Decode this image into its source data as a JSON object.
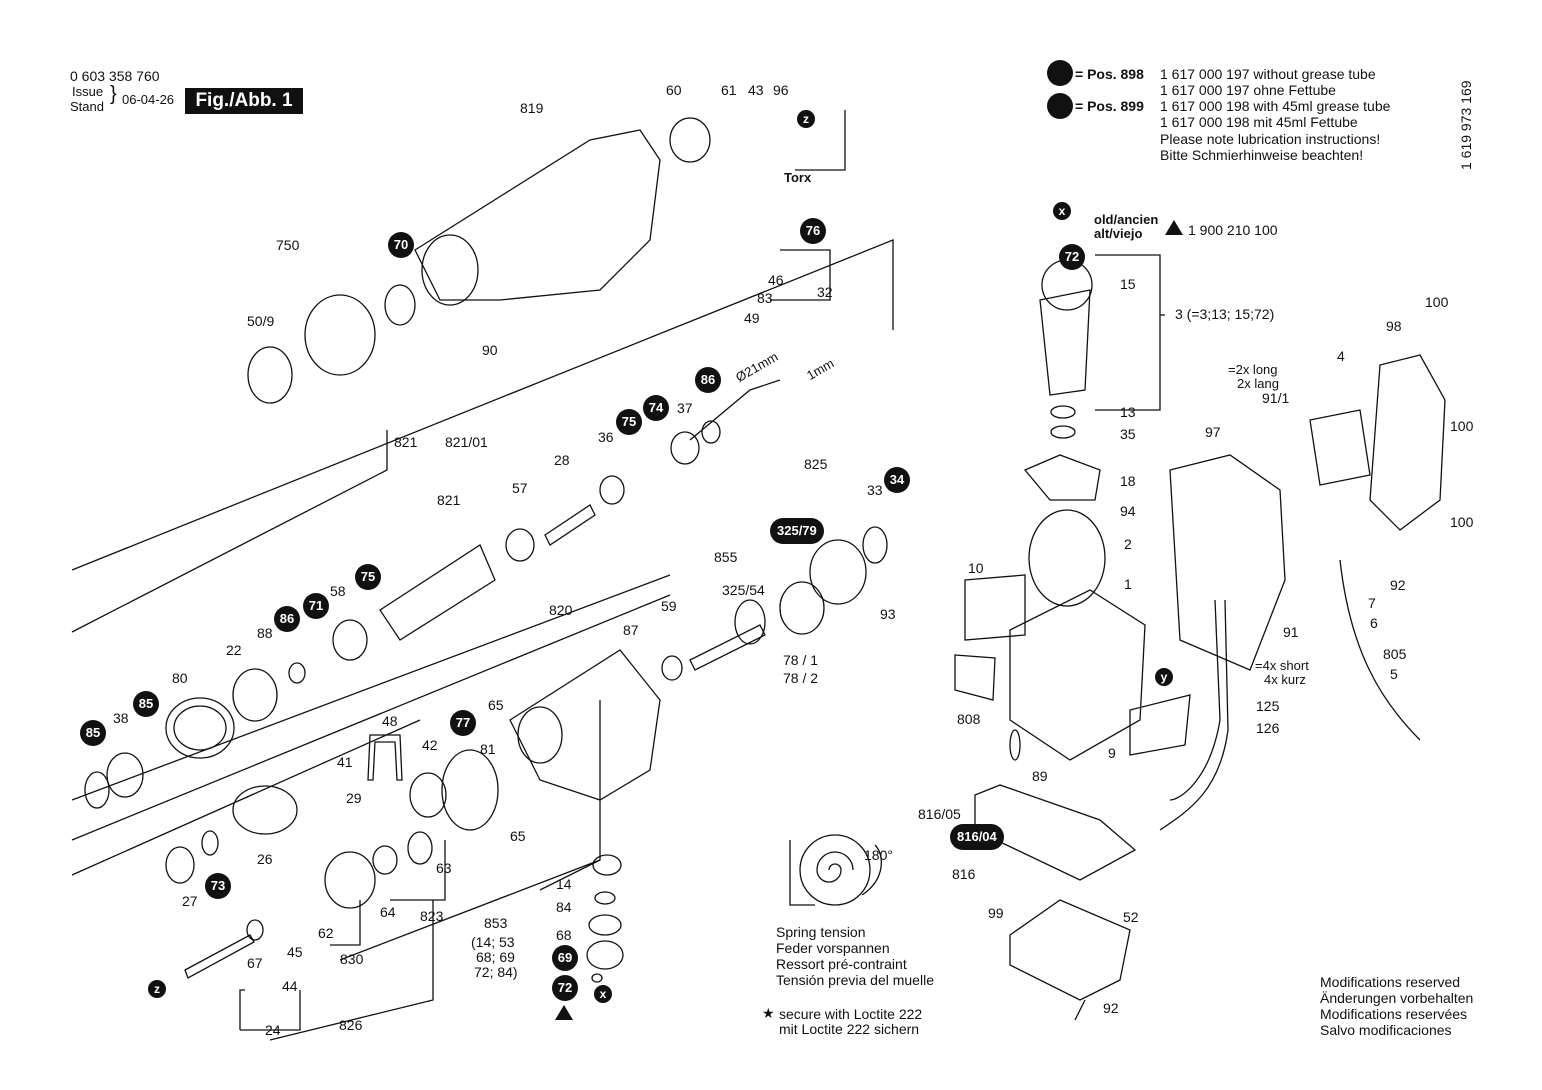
{
  "header": {
    "part_number": "0 603 358 760",
    "issue_label": "Issue",
    "stand_label": "Stand",
    "issue_date": "06-04-26",
    "figure_label": "Fig./Abb. 1",
    "doc_number": "1 619 973 169"
  },
  "notes": {
    "pos898_label": "= Pos. 898",
    "pos898_line1": "1 617 000 197 without grease tube",
    "pos898_line2": "1 617 000 197 ohne Fettube",
    "pos899_label": "= Pos. 899",
    "pos899_line1": "1 617 000 198 with 45ml grease tube",
    "pos899_line2": "1 617 000 198 mit 45ml Fettube",
    "lube_en": "Please note lubrication instructions!",
    "lube_de": "Bitte Schmierhinweise beachten!",
    "old_label_1": "old/ancien",
    "old_label_2": "alt/viejo",
    "old_part": "1 900 210 100",
    "armature_group": "3 (=3;13; 15;72)",
    "torx": "Torx",
    "long_1": "=2x long",
    "long_2": "2x lang",
    "short_1": "=4x short",
    "short_2": "4x kurz",
    "dim_21": "Ø21mm",
    "dim_1": "1mm",
    "group_853": "(14; 53",
    "group_853_b": "68; 69",
    "group_853_c": "72; 84)",
    "angle": "180°",
    "spring_en": "Spring tension",
    "spring_de": "Feder vorspannen",
    "spring_fr": "Ressort pré-contraint",
    "spring_es": "Tensión previa del muelle",
    "loctite_en": "secure with Loctite 222",
    "loctite_de": "mit Loctite 222 sichern",
    "mod_en": "Modifications reserved",
    "mod_de": "Änderungen vorbehalten",
    "mod_fr": "Modifications reservées",
    "mod_es": "Salvo modificaciones"
  },
  "labels": [
    "819",
    "60",
    "61",
    "43",
    "96",
    "750",
    "50/9",
    "90",
    "83",
    "46",
    "32",
    "49",
    "821",
    "821/01",
    "28",
    "36",
    "37",
    "57",
    "821",
    "58",
    "88",
    "22",
    "80",
    "38",
    "825",
    "33",
    "855",
    "325/54",
    "820",
    "87",
    "59",
    "78 / 1",
    "78 / 2",
    "93",
    "48",
    "42",
    "65",
    "41",
    "81",
    "29",
    "26",
    "65",
    "27",
    "67",
    "44",
    "24",
    "62",
    "830",
    "64",
    "63",
    "823",
    "826",
    "14",
    "84",
    "853",
    "68",
    "45",
    "15",
    "13",
    "35",
    "18",
    "94",
    "2",
    "1",
    "10",
    "808",
    "9",
    "89",
    "816/05",
    "816",
    "99",
    "52",
    "92",
    "100",
    "98",
    "4",
    "97",
    "91/1",
    "100",
    "100",
    "92",
    "7",
    "6",
    "805",
    "5",
    "125",
    "126",
    "91"
  ],
  "circled": [
    "70",
    "76",
    "86",
    "75",
    "74",
    "34",
    "71",
    "75",
    "86",
    "85",
    "85",
    "73",
    "77",
    "69",
    "72",
    "72",
    "816/04",
    "325/79"
  ],
  "small_markers": [
    "z",
    "z",
    "x",
    "x",
    "y"
  ]
}
